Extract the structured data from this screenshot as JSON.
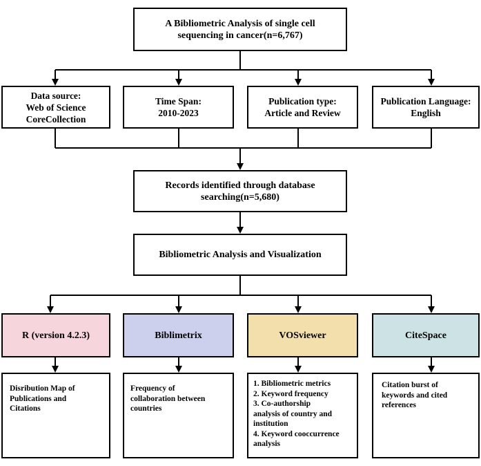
{
  "title_box": "A Bibliometric Analysis of single cell\nsequencing in cancer(n=6,767)",
  "criteria": {
    "data_source": "Data source:\nWeb of Science\nCoreCollection",
    "time_span": "Time Span:\n2010-2023",
    "publication_type": "Publication type:\nArticle and Review",
    "publication_language": "Publication Language:\nEnglish"
  },
  "records_box": "Records identified through database\nsearching(n=5,680)",
  "analysis_box": "Bibliometric Analysis and Visualization",
  "tools": {
    "r": "R (version 4.2.3)",
    "biblimetrix": "Biblimetrix",
    "vosviewer": "VOSviewer",
    "citespace": "CiteSpace"
  },
  "outputs": {
    "r": "Disribution Map of\nPublications and\nCitations",
    "biblimetrix": "Frequency of\ncollaboration  between\ncountries",
    "vosviewer": "1. Bibliometric metrics\n2. Keyword frequency\n3. Co-authorship\nanalysis of country and\ninstitution\n4. Keyword cooccurrence\nanalysis",
    "citespace": "Citation burst of\nkeywords and cited\nreferences"
  },
  "colors": {
    "r": "#f6d5dd",
    "biblimetrix": "#cdd0ec",
    "vosviewer": "#f2dfac",
    "citespace": "#cde2e4",
    "line": "#000000"
  }
}
